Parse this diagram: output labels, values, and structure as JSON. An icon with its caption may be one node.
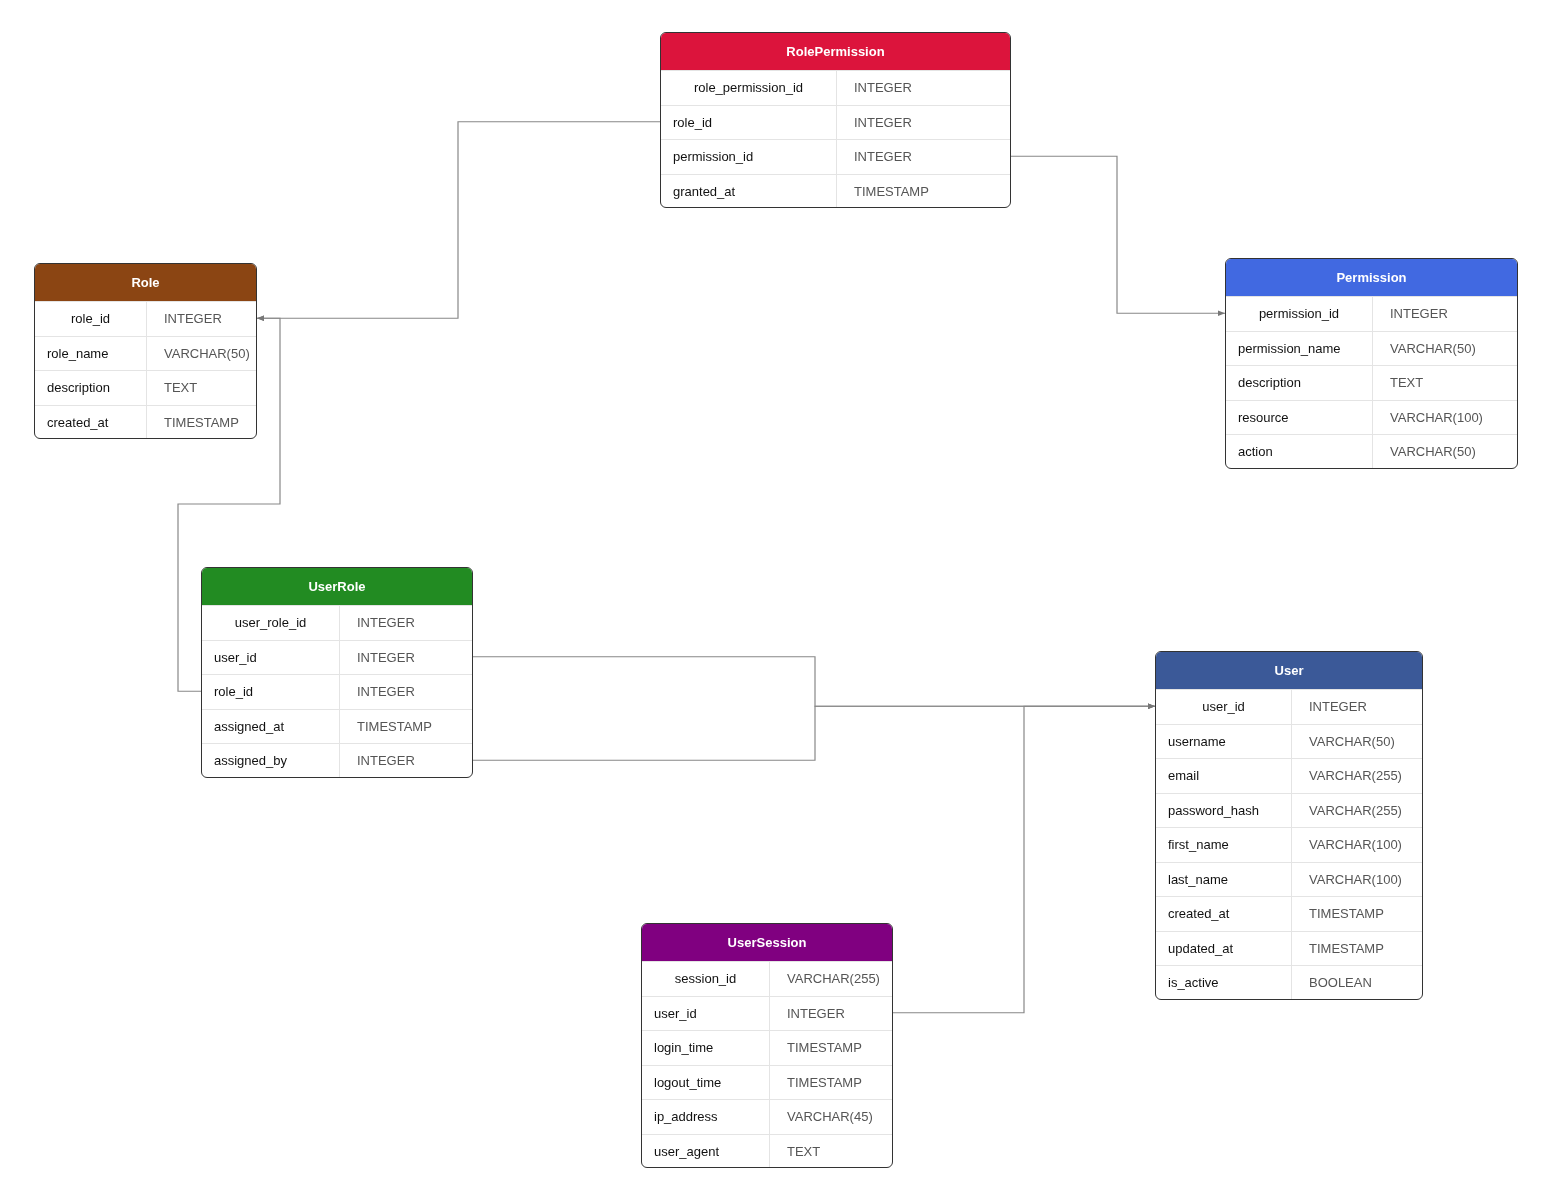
{
  "diagram": {
    "nodes": [
      {
        "text": [
          "RolePermission"
        ]
      },
      {
        "text": [
          "role_permission_id",
          "INTEGER"
        ],
        "in": 0
      },
      {
        "text": [
          "role_id",
          "INTEGER"
        ],
        "in": 0
      },
      {
        "text": [
          "permission_id",
          "INTEGER"
        ],
        "in": 0
      },
      {
        "text": [
          "granted_at",
          "TIMESTAMP"
        ],
        "in": 0
      },
      {
        "text": [
          "Role"
        ]
      },
      {
        "text": [
          "role_id",
          "INTEGER"
        ],
        "in": 5
      },
      {
        "text": [
          "role_name",
          "VARCHAR(50)"
        ],
        "in": 5
      },
      {
        "text": [
          "description",
          "TEXT"
        ],
        "in": 5
      },
      {
        "text": [
          "created_at",
          "TIMESTAMP"
        ],
        "in": 5
      },
      {
        "text": [
          "Permission"
        ]
      },
      {
        "text": [
          "permission_id",
          "INTEGER"
        ],
        "in": 10
      },
      {
        "text": [
          "permission_name",
          "VARCHAR(50)"
        ],
        "in": 10
      },
      {
        "text": [
          "description",
          "TEXT"
        ],
        "in": 10
      },
      {
        "text": [
          "resource",
          "VARCHAR(100)"
        ],
        "in": 10
      },
      {
        "text": [
          "action",
          "VARCHAR(50)"
        ],
        "in": 10
      },
      {
        "text": [
          "UserRole"
        ]
      },
      {
        "text": [
          "user_role_id",
          "INTEGER"
        ],
        "in": 16
      },
      {
        "text": [
          "user_id",
          "INTEGER"
        ],
        "in": 16
      },
      {
        "text": [
          "role_id",
          "INTEGER"
        ],
        "in": 16
      },
      {
        "text": [
          "assigned_at",
          "TIMESTAMP"
        ],
        "in": 16
      },
      {
        "text": [
          "assigned_by",
          "INTEGER"
        ],
        "in": 16
      },
      {
        "text": [
          "User"
        ]
      },
      {
        "text": [
          "user_id",
          "INTEGER"
        ],
        "in": 22
      },
      {
        "text": [
          "username",
          "VARCHAR(50)"
        ],
        "in": 22
      },
      {
        "text": [
          "email",
          "VARCHAR(255)"
        ],
        "in": 22
      },
      {
        "text": [
          "password_hash",
          "VARCHAR(255)"
        ],
        "in": 22
      },
      {
        "text": [
          "first_name",
          "VARCHAR(100)"
        ],
        "in": 22
      },
      {
        "text": [
          "last_name",
          "VARCHAR(100)"
        ],
        "in": 22
      },
      {
        "text": [
          "created_at",
          "TIMESTAMP"
        ],
        "in": 22
      },
      {
        "text": [
          "updated_at",
          "TIMESTAMP"
        ],
        "in": 22
      },
      {
        "text": [
          "is_active",
          "BOOLEAN"
        ],
        "in": 22
      },
      {
        "text": [
          "UserSession"
        ]
      },
      {
        "text": [
          "session_id",
          "VARCHAR(255)"
        ],
        "in": 32
      },
      {
        "text": [
          "user_id",
          "INTEGER"
        ],
        "in": 32
      },
      {
        "text": [
          "login_time",
          "TIMESTAMP"
        ],
        "in": 32
      },
      {
        "text": [
          "logout_time",
          "TIMESTAMP"
        ],
        "in": 32
      },
      {
        "text": [
          "ip_address",
          "VARCHAR(45)"
        ],
        "in": 32
      },
      {
        "text": [
          "user_agent",
          "TEXT"
        ],
        "in": 32
      }
    ],
    "edges": [
      {
        "from": 2,
        "to": 6,
        "arrow": "to"
      },
      {
        "from": 3,
        "to": 11,
        "arrow": "to"
      },
      {
        "from": 19,
        "to": 6,
        "arrow": "to"
      },
      {
        "from": 18,
        "to": 23,
        "arrow": "to"
      },
      {
        "from": 21,
        "to": 23,
        "arrow": "to"
      },
      {
        "from": 34,
        "to": 23,
        "arrow": "to"
      }
    ]
  }
}
